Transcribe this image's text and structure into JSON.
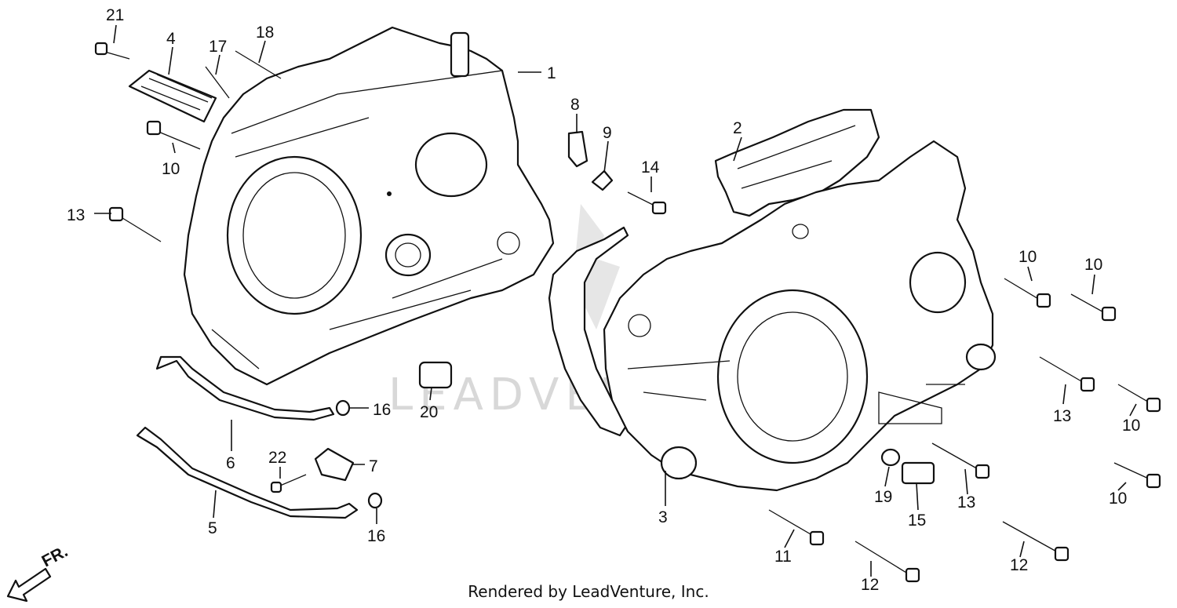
{
  "diagram": {
    "parts": [
      {
        "id": "crankcase-right-half",
        "callout": "1"
      },
      {
        "id": "crankcase-gasket",
        "callout": "2"
      },
      {
        "id": "crankcase-left-half",
        "callout": "3"
      },
      {
        "id": "breather-screen",
        "callout": "4"
      },
      {
        "id": "oil-hose-lower",
        "callout": "5"
      },
      {
        "id": "oil-hose-upper",
        "callout": "6"
      },
      {
        "id": "hose-clamp-plate",
        "callout": "7"
      },
      {
        "id": "bracket-clip",
        "callout": "8"
      },
      {
        "id": "small-plate",
        "callout": "9"
      },
      {
        "id": "flange-bolts",
        "callout": "10"
      },
      {
        "id": "bolt-11",
        "callout": "11"
      },
      {
        "id": "long-bolts",
        "callout": "12"
      },
      {
        "id": "bolts-13",
        "callout": "13"
      },
      {
        "id": "bolt-14",
        "callout": "14"
      },
      {
        "id": "drain-bolt",
        "callout": "15"
      },
      {
        "id": "o-rings",
        "callout": "16"
      },
      {
        "id": "stud-17",
        "callout": "17"
      },
      {
        "id": "stud-18",
        "callout": "18"
      },
      {
        "id": "washer",
        "callout": "19"
      },
      {
        "id": "dowel-pin",
        "callout": "20"
      },
      {
        "id": "bolt-21",
        "callout": "21"
      },
      {
        "id": "bolt-22",
        "callout": "22"
      }
    ],
    "direction_label": "FR.",
    "watermark": "LEADVENTURE",
    "credit": "Rendered by LeadVenture, Inc."
  },
  "colors": {
    "line": "#111111",
    "watermark": "#d8d8d8",
    "background": "#ffffff"
  }
}
